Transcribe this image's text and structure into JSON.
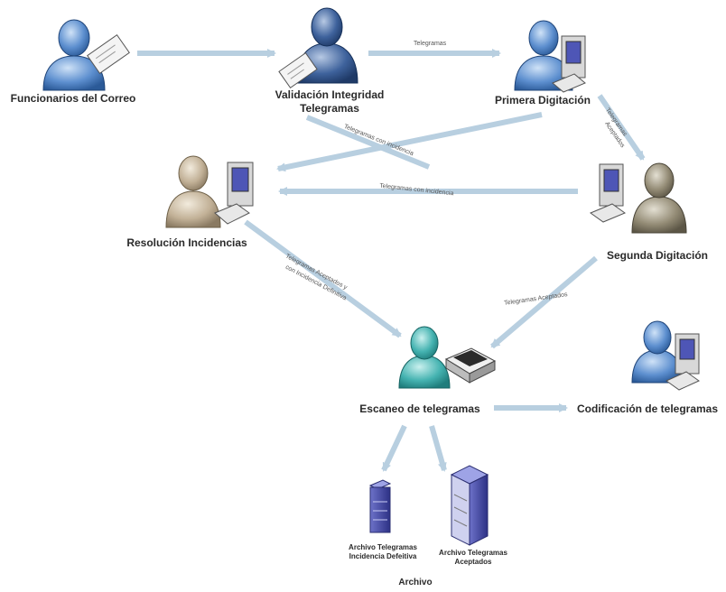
{
  "nodes": {
    "funcionarios": "Funcionarios del Correo",
    "validacion_line1": "Validación Integridad",
    "validacion_line2": "Telegramas",
    "primera": "Primera Digitación",
    "resolucion": "Resolución Incidencias",
    "segunda": "Segunda Digitación",
    "escaneo": "Escaneo de telegramas",
    "codificacion": "Codificación de telegramas",
    "archivo_incidencia_line1": "Archivo Telegramas",
    "archivo_incidencia_line2": "Incidencia Defeitiva",
    "archivo_aceptados_line1": "Archivo Telegramas",
    "archivo_aceptados_line2": "Aceptados",
    "archivo": "Archivo"
  },
  "edges": {
    "val_to_primera": "Telegramas",
    "primera_to_segunda_1": "Telegramas",
    "primera_to_segunda_2": "Aceptados",
    "primera_to_resolucion": "Telegramas con incidencia",
    "segunda_to_resolucion": "Telegramas con incidencia",
    "resolucion_to_escaneo_1": "Telegramas Aceptados y",
    "resolucion_to_escaneo_2": "con Incidencia Definitiva",
    "segunda_to_escaneo": "Telegramas Aceptados"
  },
  "colors": {
    "arrow": "#b8cfe0",
    "person_blue": "#3a6fb5",
    "person_dark": "#2c4f86",
    "person_tan": "#b5a48a",
    "person_olive": "#8a8370",
    "person_teal": "#3aa7a6",
    "server": "#4a4fa8"
  }
}
